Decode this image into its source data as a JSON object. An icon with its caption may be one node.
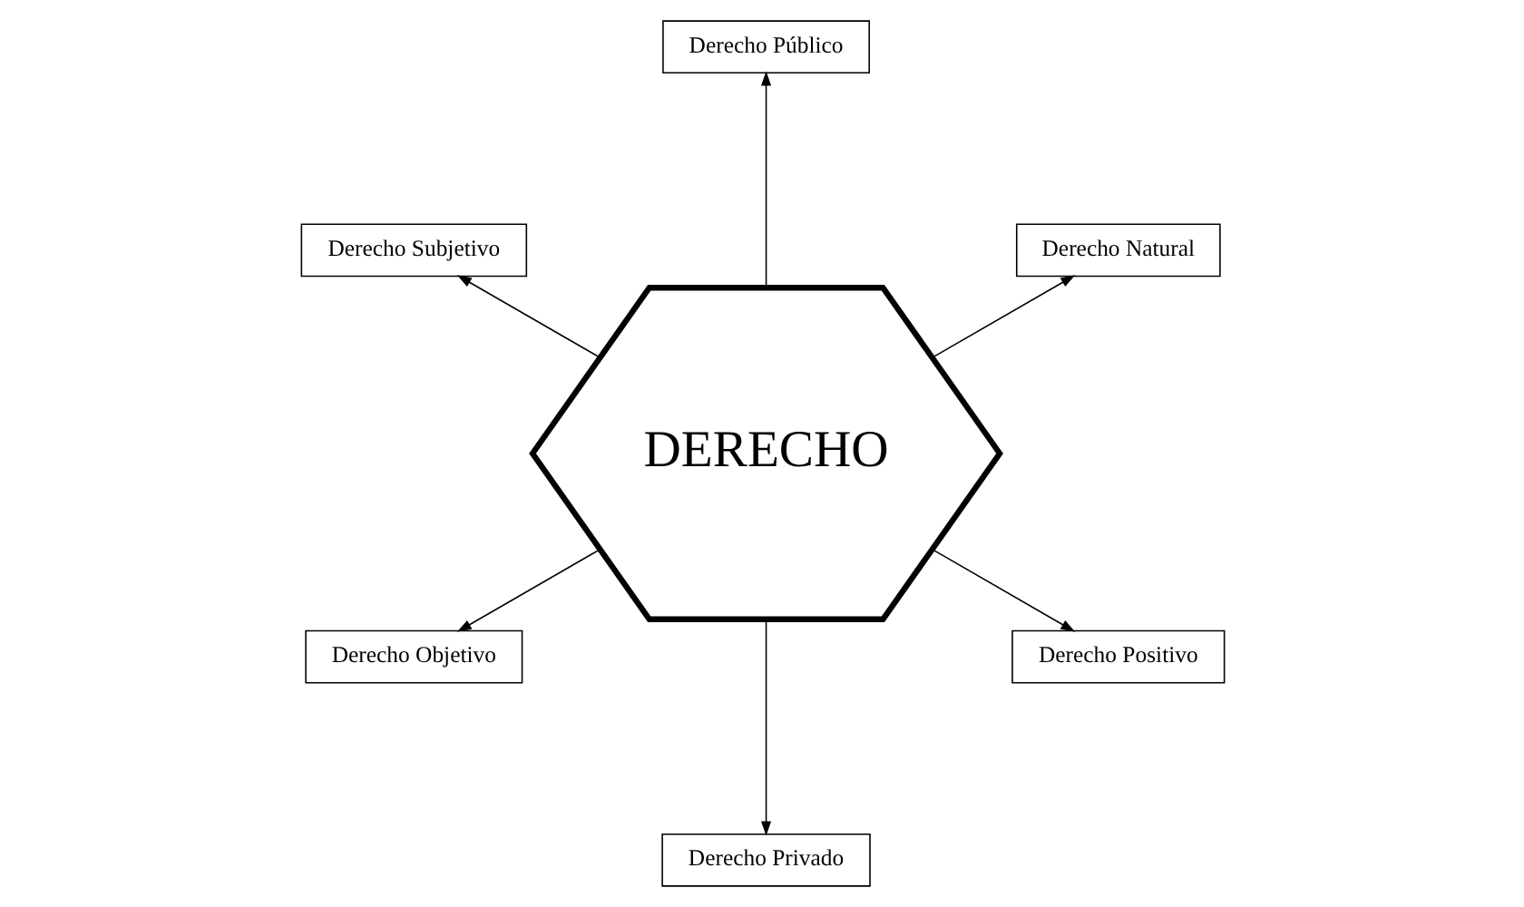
{
  "diagram": {
    "nodes": [
      {
        "text": [
          "DERECHO"
        ]
      },
      {
        "text": [
          "Derecho Natural"
        ]
      },
      {
        "text": [
          "Derecho Público"
        ]
      },
      {
        "text": [
          "Derecho Subjetivo"
        ]
      },
      {
        "text": [
          "Derecho Objetivo"
        ]
      },
      {
        "text": [
          "Derecho Privado"
        ]
      },
      {
        "text": [
          "Derecho Positivo"
        ]
      }
    ],
    "edges": [
      {
        "from": 0,
        "to": 1,
        "arrow": "to"
      },
      {
        "from": 0,
        "to": 2,
        "arrow": "to"
      },
      {
        "from": 0,
        "to": 3,
        "arrow": "to"
      },
      {
        "from": 0,
        "to": 4,
        "arrow": "to"
      },
      {
        "from": 0,
        "to": 5,
        "arrow": "to"
      },
      {
        "from": 0,
        "to": 6,
        "arrow": "to"
      }
    ]
  }
}
